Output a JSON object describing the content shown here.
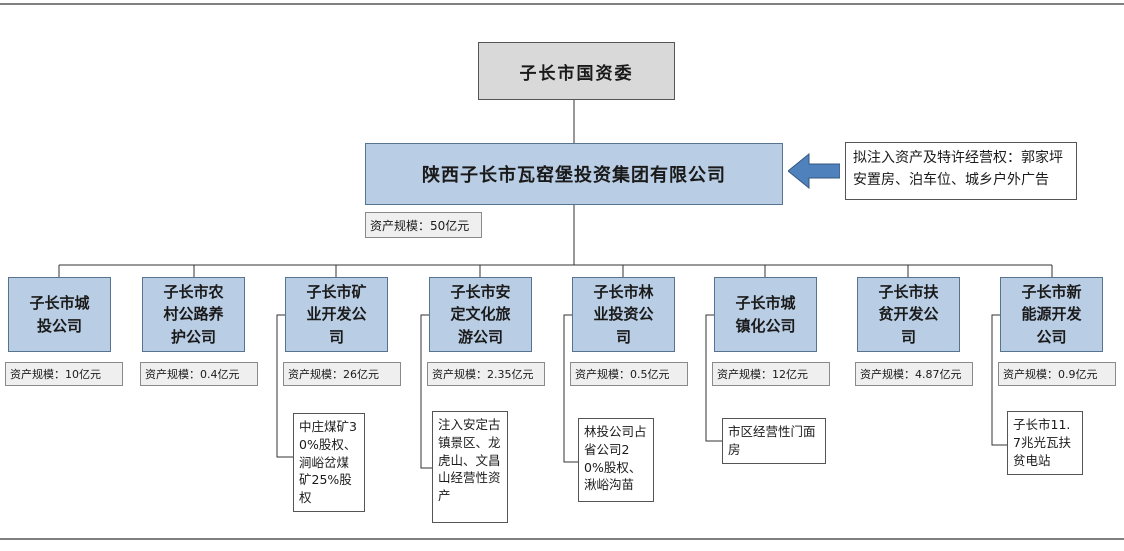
{
  "diagram": {
    "root": {
      "label": "子长市国资委"
    },
    "group": {
      "label": "陕西子长市瓦窑堡投资集团有限公司",
      "asset": "资产规模：50亿元"
    },
    "annotation": {
      "text": "拟注入资产及特许经营权：郭家坪安置房、泊车位、城乡户外广告"
    },
    "children": [
      {
        "name": "子长市城投公司",
        "asset": "资产规模：10亿元"
      },
      {
        "name": "子长市农村公路养护公司",
        "asset": "资产规模：0.4亿元"
      },
      {
        "name": "子长市矿业开发公司",
        "asset": "资产规模：26亿元",
        "note": "中庄煤矿30%股权、涧峪岔煤矿25%股权"
      },
      {
        "name": "子长市安定文化旅游公司",
        "asset": "资产规模：2.35亿元",
        "note": "注入安定古镇景区、龙虎山、文昌山经营性资产"
      },
      {
        "name": "子长市林业投资公司",
        "asset": "资产规模：0.5亿元",
        "note": "林投公司占省公司20%股权、湫峪沟苗"
      },
      {
        "name": "子长市城镇化公司",
        "asset": "资产规模：12亿元",
        "note": "市区经营性门面房"
      },
      {
        "name": "子长市扶贫开发公司",
        "asset": "资产规模：4.87亿元"
      },
      {
        "name": "子长市新能源开发公司",
        "asset": "资产规模：0.9亿元",
        "note": "子长市11.7兆光瓦扶贫电站"
      }
    ],
    "colors": {
      "node_fill": "#b9cde4",
      "root_fill": "#d9d9d9",
      "arrow": "#4f81bd",
      "connector": "#333333"
    }
  }
}
